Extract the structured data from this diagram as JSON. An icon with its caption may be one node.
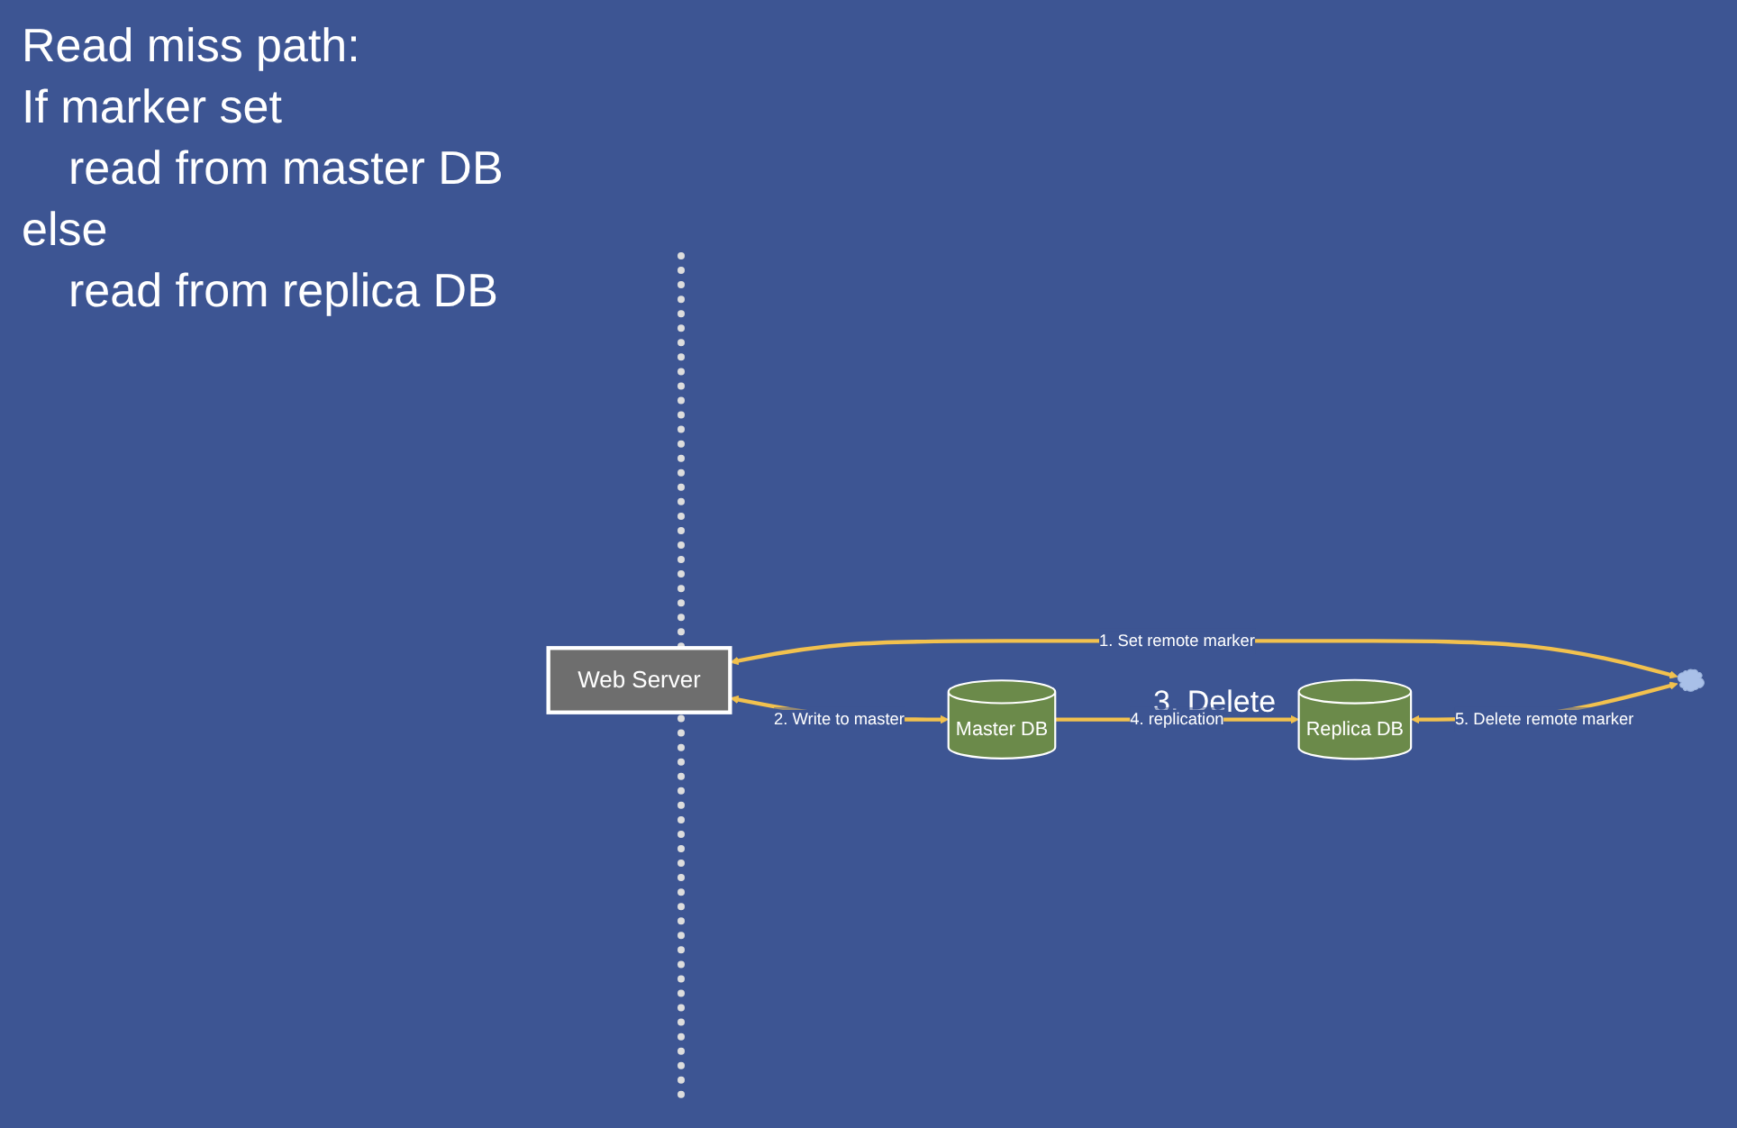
{
  "diagram": {
    "nodes": [
      {
        "text": [
          "Web Server"
        ]
      },
      {
        "text": [
          "Master DB"
        ]
      },
      {
        "text": [
          "Replica DB"
        ]
      },
      {
        "text": [],
        "shape": "cloud"
      }
    ],
    "edges": [
      {
        "from": 0,
        "to": 3,
        "arrow": "both",
        "label": "1. Set remote marker",
        "color": "#f2c14e"
      },
      {
        "from": 0,
        "to": 1,
        "arrow": "both",
        "label": "2. Write to master",
        "color": "#f2c14e"
      },
      {
        "from": 1,
        "to": 2,
        "arrow": "to",
        "label": "4. replication",
        "color": "#f2c14e"
      },
      {
        "from": 2,
        "to": 3,
        "arrow": "both",
        "label": "5. Delete remote marker",
        "color": "#f2c14e"
      }
    ],
    "labels": [
      "Read miss path:",
      "If marker set",
      "read from master DB",
      "else",
      "read from replica DB",
      "3. Delete"
    ]
  }
}
